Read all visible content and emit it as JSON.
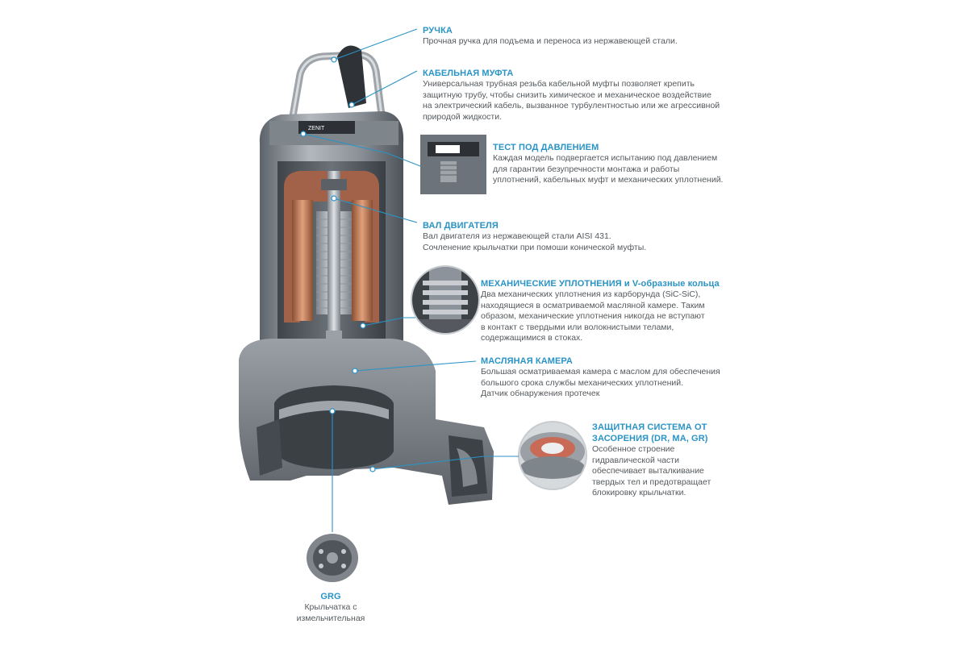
{
  "callouts": {
    "handle": {
      "title": "РУЧКА",
      "body": "Прочная ручка для подъема и переноса из нержавеющей стали."
    },
    "cable_gland": {
      "title": "КАБЕЛЬНАЯ МУФТА",
      "body_lines": [
        "Универсальная трубная резьба кабельной муфты позволяет крепить",
        "защитную трубу, чтобы снизить химическое и механическое воздействие",
        "на электрический кабель, вызванное турбулентностью или же агрессивной",
        "природой жидкости."
      ]
    },
    "pressure_test": {
      "title": "ТЕСТ ПОД ДАВЛЕНИЕМ",
      "body_lines": [
        "Каждая модель подвергается испытанию под давлением",
        "для гарантии безупречности монтажа и работы",
        "уплотнений, кабельных муфт и механических уплотнений."
      ]
    },
    "motor_shaft": {
      "title": "ВАЛ ДВИГАТЕЛЯ",
      "body_lines": [
        "Вал двигателя из нержавеющей стали AISI 431.",
        "Сочленение крыльчатки при помоши конической муфты."
      ]
    },
    "mechanical_seals": {
      "title": "МЕХАНИЧЕСКИЕ УПЛОТНЕНИЯ",
      "title_suffix": " и V-образные кольца",
      "body_lines": [
        "Два механических уплотнения из карборунда (SiC-SiC),",
        "находящиеся в осматриваемой масляной камере. Таким",
        "образом, механические уплотнения никогда не вступают",
        "в контакт с твердыми или волокнистыми телами,",
        "содержащимися в стоках."
      ]
    },
    "oil_chamber": {
      "title": "МАСЛЯНАЯ КАМЕРА",
      "body_lines": [
        "Большая осматриваемая камера с маслом для обеспечения",
        "большого срока службы механических уплотнений.",
        "Датчик обнаружения протечек"
      ]
    },
    "anti_clog": {
      "title_lines": [
        "ЗАЩИТНАЯ СИСТЕМА ОТ",
        "ЗАСОРЕНИЯ (DR, MA, GR)"
      ],
      "body_lines": [
        "Особенное строение",
        "гидравлической части",
        "обеспечивает выталкивание",
        "твердых тел и предотвращает",
        "блокировку крыльчатки."
      ]
    },
    "grg": {
      "title": "GRG",
      "body_lines": [
        "Крыльчатка с",
        "измельчительная"
      ]
    }
  },
  "colors": {
    "accent": "#2a93c6",
    "body_text": "#555a5e",
    "housing": "#8e949a",
    "copper": "#c27a52",
    "oil_yellow": "#e6e23a"
  },
  "pump_plate_text": "ZENIT"
}
